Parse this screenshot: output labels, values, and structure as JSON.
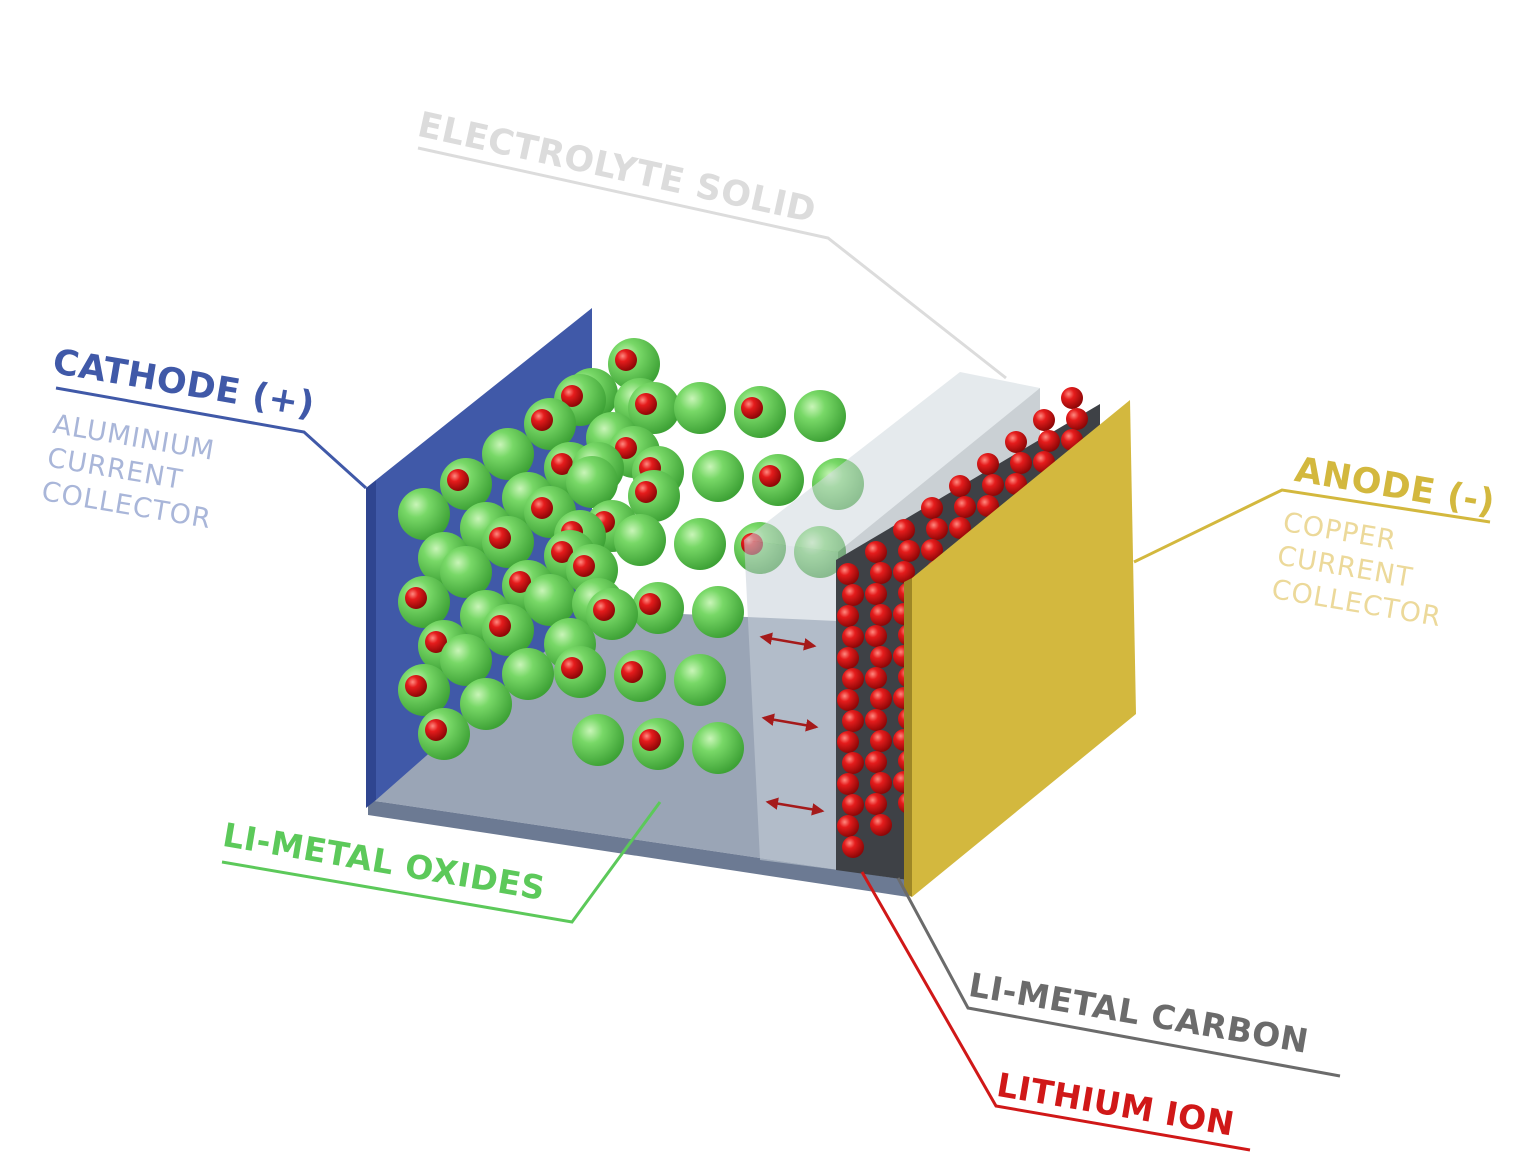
{
  "labels": {
    "electrolyte": {
      "title": "ELECTROLYTE SOLID"
    },
    "cathode": {
      "title": "CATHODE (+)",
      "sub": [
        "ALUMINIUM",
        "CURRENT",
        "COLLECTOR"
      ]
    },
    "anode": {
      "title": "ANODE (-)",
      "sub": [
        "COPPER",
        "CURRENT",
        "COLLECTOR"
      ]
    },
    "oxides": {
      "title": "LI-METAL OXIDES"
    },
    "carbon": {
      "title": "LI-METAL CARBON"
    },
    "lithium": {
      "title": "LITHIUM ION"
    }
  },
  "colors": {
    "cathode": "#4059a8",
    "anode": "#d3b83e",
    "oxide": "#5cc95a",
    "lithium": "#d01818",
    "carbon": "#6b6b6b",
    "electrolyte": "#dcdcdc",
    "cathode_sub": "#a9b6d9",
    "anode_sub": "#ecd99a"
  }
}
